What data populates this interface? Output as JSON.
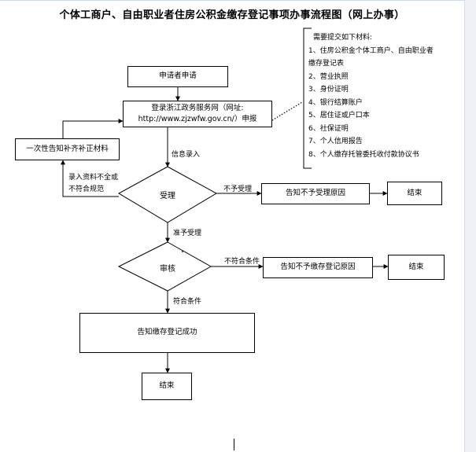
{
  "title": "个体工商户、自由职业者住房公积金缴存登记事项办事流程图（网上办事）",
  "nodes": {
    "applicant": "申请者申请",
    "login_line1": "登录浙江政务服务网（网址:",
    "login_line2": "http://www.zjzwfw.gov.cn/）申报",
    "supplement": "一次性告知补齐补正材料",
    "accept": "受理",
    "reject_reason": "告知不予受理原因",
    "end1": "结束",
    "review": "审核",
    "not_qualified_reason": "告知不予缴存登记原因",
    "end2": "结束",
    "success": "告知缴存登记成功",
    "end3": "结束"
  },
  "edge_labels": {
    "info_entry": "信息录入",
    "incomplete_line1": "录入资料不全或",
    "incomplete_line2": "不符合规范",
    "not_accepted": "不予受理",
    "accepted": "准予受理",
    "not_qualified": "不符合条件",
    "qualified": "符合条件"
  },
  "materials": {
    "heading": "需要提交如下材料:",
    "items": [
      "1、住房公积金个体工商户、自由职业者",
      "缴存登记表",
      "2、营业执照",
      "3、身份证明",
      "4、银行结算账户",
      "5、居住证或户口本",
      "6、社保证明",
      "7、个人信用报告",
      "8、个人缴存托管委托收付款协议书"
    ]
  }
}
